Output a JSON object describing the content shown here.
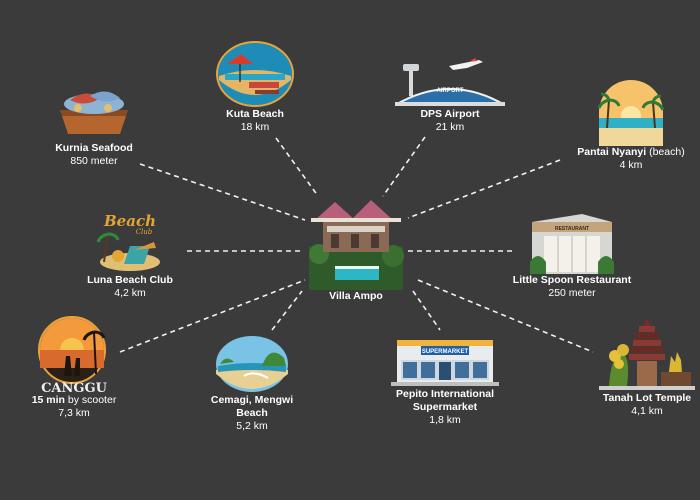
{
  "center": {
    "name": "Villa Ampo"
  },
  "places": [
    {
      "id": "kuta",
      "name": "Kuta Beach",
      "distance": "18 km",
      "icon": "beach-umbrella-icon"
    },
    {
      "id": "dps",
      "name": "DPS Airport",
      "distance": "21 km",
      "icon": "airport-icon",
      "building_text": "AIRPORT"
    },
    {
      "id": "kurnia",
      "name": "Kurnia Seafood",
      "distance": "850 meter",
      "icon": "seafood-boat-icon"
    },
    {
      "id": "pantai",
      "name": "Pantai Nyanyi",
      "name_suffix": " (beach)",
      "distance": "4 km",
      "icon": "sunset-beach-icon"
    },
    {
      "id": "luna",
      "name": "Luna Beach Club",
      "distance": "4,2 km",
      "icon": "beach-club-icon",
      "logo_text": "Beach",
      "logo_sub": "Club"
    },
    {
      "id": "little",
      "name": "Little Spoon Restaurant",
      "distance": "250 meter",
      "icon": "restaurant-icon",
      "sign_text": "RESTAURANT"
    },
    {
      "id": "canggu",
      "name": "15 min",
      "name_suffix": " by scooter",
      "distance": "7,3 km",
      "icon": "canggu-sunset-icon",
      "logo_text": "CANGGU"
    },
    {
      "id": "cemagi",
      "name": "Cemagi, Mengwi Beach",
      "distance": "5,2 km",
      "icon": "coast-icon"
    },
    {
      "id": "pepito",
      "name": "Pepito International Supermarket",
      "distance": "1,8 km",
      "icon": "supermarket-icon",
      "sign_text": "SUPERMARKET"
    },
    {
      "id": "tanah",
      "name": "Tanah Lot Temple",
      "distance": "4,1 km",
      "icon": "temple-icon"
    }
  ]
}
